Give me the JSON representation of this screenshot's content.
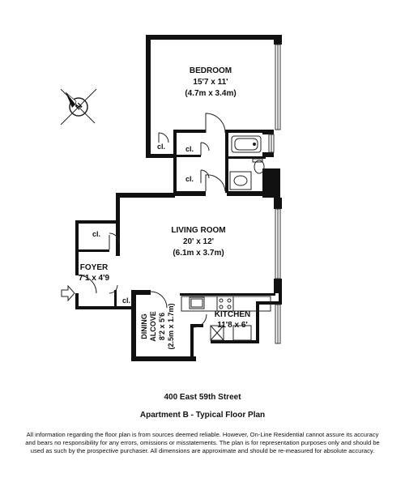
{
  "rooms": {
    "bedroom": {
      "name": "BEDROOM",
      "dim_ft": "15'7 x 11'",
      "dim_m": "(4.7m x 3.4m)"
    },
    "living": {
      "name": "LIVING ROOM",
      "dim_ft": "20' x 12'",
      "dim_m": "(6.1m x 3.7m)"
    },
    "foyer": {
      "name": "FOYER",
      "dim_ft": "7'1 x 4'9"
    },
    "dining": {
      "name_1": "DINING",
      "name_2": "ALCOVE",
      "dim_ft": "8'2 x 5'6",
      "dim_m": "(2.5m x 1.7m)"
    },
    "kitchen": {
      "name": "KITCHEN",
      "dim_ft": "11'8 x 6'"
    }
  },
  "closets": {
    "bedroom": "cl.",
    "hall_upper": "cl.",
    "hall_lower": "cl.",
    "foyer_upper": "cl.",
    "foyer_lower": "cl."
  },
  "compass_label": "N",
  "footer": {
    "address": "400 East 59th Street",
    "plan_title": "Apartment B - Typical Floor Plan",
    "disclaimer": "All information regarding the floor plan is from sources deemed reliable.  However, On-Line Residential cannot assure its accuracy and bears no responsibility for any errors, omissions or misstatements.  The plan is for representation purposes only and should be used as such by the prospective purchaser.  All dimensions are approximate and should be re-measured for absolute accuracy."
  }
}
